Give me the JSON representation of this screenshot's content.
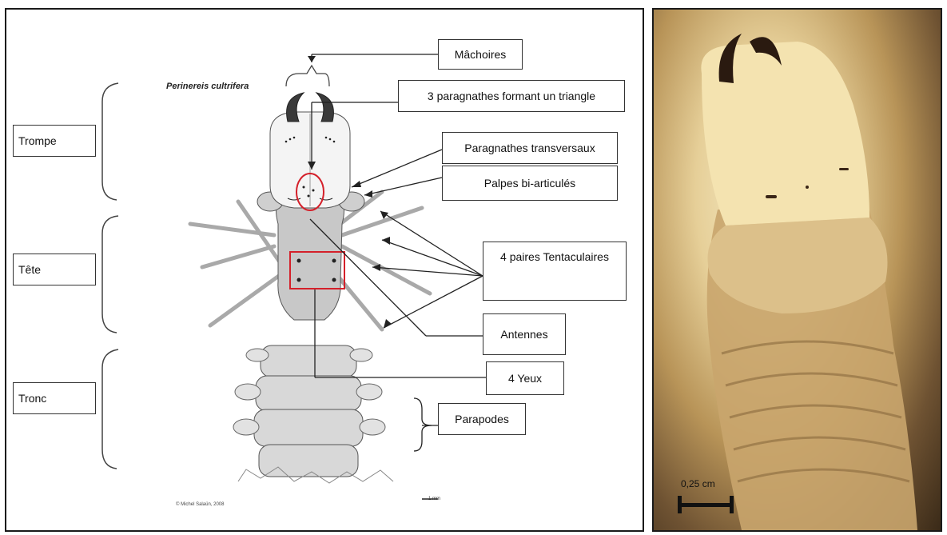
{
  "diagram": {
    "species": "Perinereis cultrifera",
    "credit": "© Michel Salaün, 2008",
    "scale_mm": "1 mm",
    "regions": [
      {
        "id": "trompe",
        "label": "Trompe"
      },
      {
        "id": "tete",
        "label": "Tête"
      },
      {
        "id": "tronc",
        "label": "Tronc"
      }
    ],
    "labels": {
      "machoires": "Mâchoires",
      "paragnathes_triangle": "3 paragnathes formant un triangle",
      "paragnathes_transversaux": "Paragnathes transversaux",
      "palpes": "Palpes bi-articulés",
      "tentaculaires": "4 paires Tentaculaires",
      "antennes": "Antennes",
      "yeux": "4 Yeux",
      "parapodes": "Parapodes"
    },
    "highlight_color": "#d4202a"
  },
  "photo": {
    "scale_label": "0,25 cm"
  }
}
